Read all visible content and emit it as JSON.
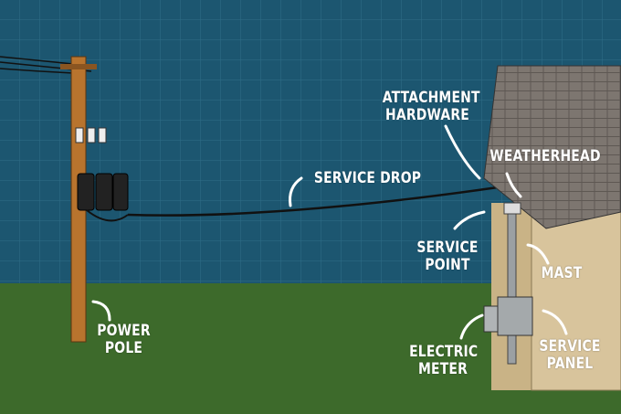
{
  "labels": {
    "attachment_hardware": [
      "ATTACHMENT",
      "HARDWARE"
    ],
    "weatherhead": "WEATHERHEAD",
    "service_drop": "SERVICE DROP",
    "service_point": [
      "SERVICE",
      "POINT"
    ],
    "mast": "MAST",
    "power_pole": [
      "POWER",
      "POLE"
    ],
    "electric_meter": [
      "ELECTRIC",
      "METER"
    ],
    "service_panel": [
      "SERVICE",
      "PANEL"
    ]
  },
  "colors": {
    "sky_grid": "#1c5670",
    "ground": "#3d6a2b",
    "pole": "#b8742e",
    "roof": "#7d7670",
    "wall": "#d8c49c"
  }
}
